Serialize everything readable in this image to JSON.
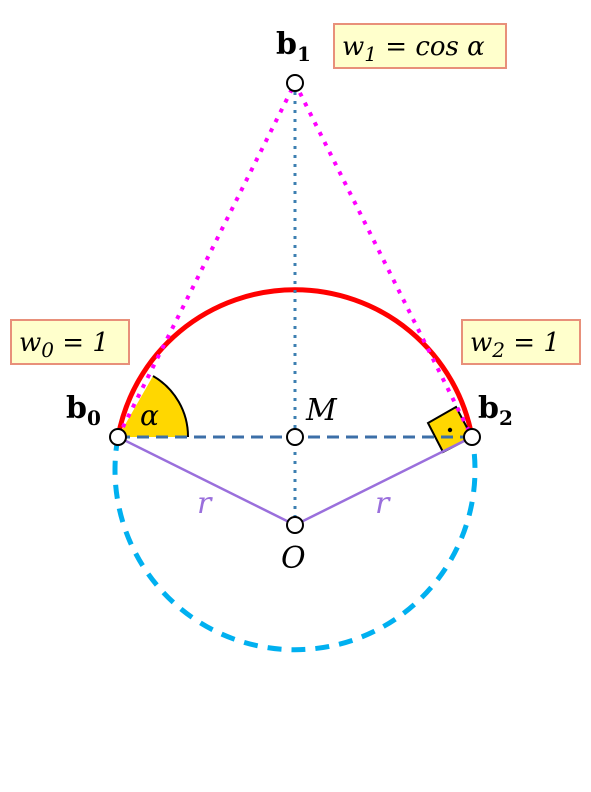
{
  "labels": {
    "b0": {
      "base": "b",
      "sub": "0"
    },
    "b1": {
      "base": "b",
      "sub": "1"
    },
    "b2": {
      "base": "b",
      "sub": "2"
    },
    "M": "M",
    "O": "O",
    "alpha": "α",
    "r_left": "r",
    "r_right": "r",
    "right_angle_dot": "·"
  },
  "boxes": {
    "w0": {
      "var": "w",
      "sub": "0",
      "rest": " = 1"
    },
    "w1": {
      "var": "w",
      "sub": "1",
      "rest": " = cos α"
    },
    "w2": {
      "var": "w",
      "sub": "2",
      "rest": " = 1"
    }
  },
  "colors": {
    "arc": "#ff0000",
    "circle_dashed": "#00b0f0",
    "chords_dotted": "#ff00ff",
    "axis_dotted": "#3c7fb1",
    "chord_dashed": "#3c6fa8",
    "radius": "#9a6fdc",
    "angle_fill": "#ffd700",
    "box_fill": "#ffffcc",
    "box_border": "#e8907a",
    "r_label": "#9a6fdc"
  }
}
